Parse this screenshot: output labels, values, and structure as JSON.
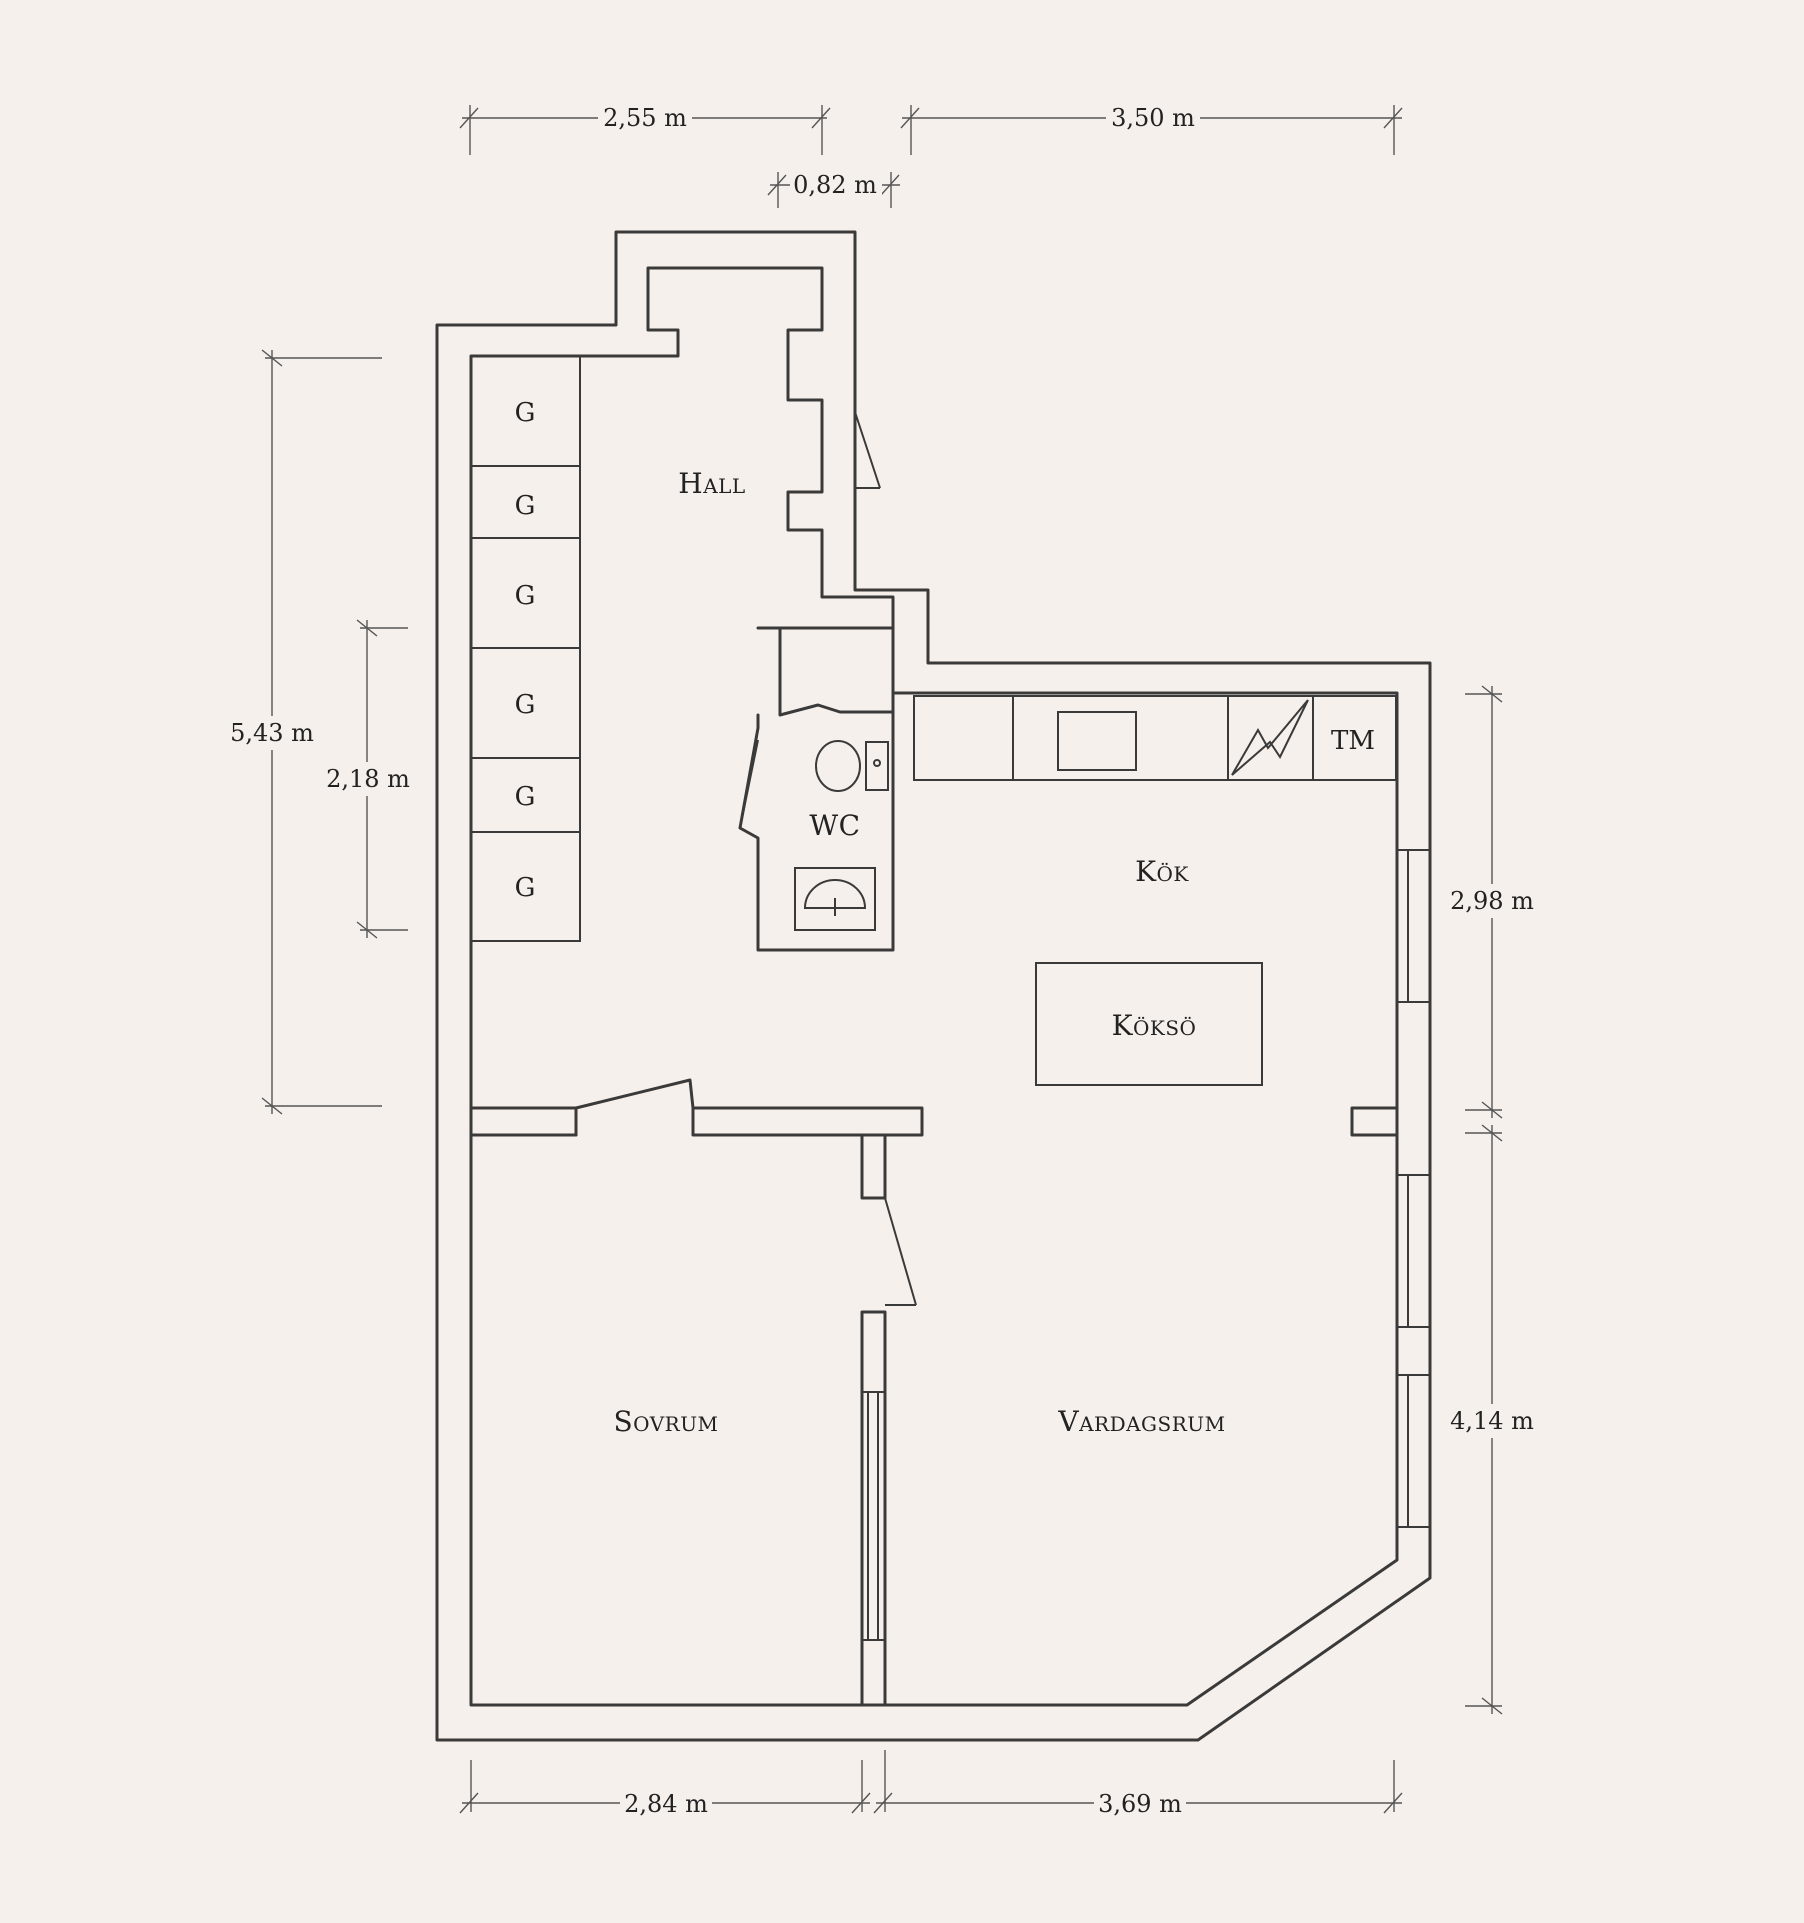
{
  "dimensions": {
    "top_left": "2,55 m",
    "top_right": "3,50 m",
    "top_small": "0,82 m",
    "left_outer": "5,43 m",
    "left_inner": "2,18 m",
    "right_upper": "2,98 m",
    "right_lower": "4,14 m",
    "bottom_left": "2,84 m",
    "bottom_right": "3,69 m"
  },
  "rooms": {
    "hall": "Hall",
    "wc": "WC",
    "kok": "Kök",
    "koksö": "Köksö",
    "sovrum": "Sovrum",
    "vardagsrum": "Vardagsrum"
  },
  "fixtures": {
    "tm": "TM",
    "wardrobes": [
      "G",
      "G",
      "G",
      "G",
      "G",
      "G"
    ]
  }
}
